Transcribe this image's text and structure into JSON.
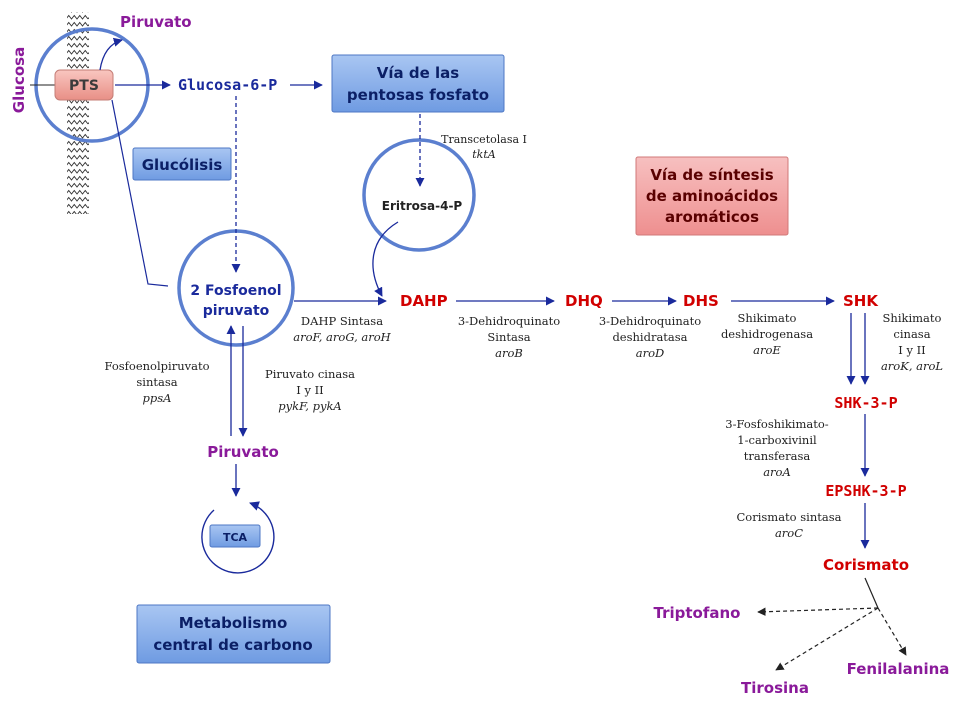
{
  "colors": {
    "circle": "#5b7fcf",
    "box_fill": "#7ba6e6",
    "box_text": "#0b1f66",
    "red_box_fill": "#f29a9a",
    "red_box_text": "#5a0000",
    "red": "#d10000",
    "purple": "#8a1a9a",
    "dark_blue": "#1a2a9c"
  },
  "membrane": {
    "glucose_label": "Glucosa",
    "pts_label": "PTS",
    "pyruvate_top": "Piruvato"
  },
  "boxes": {
    "pentose": [
      "Vía de las",
      "pentosas fosfato"
    ],
    "glycolysis": "Glucólisis",
    "aromatic": [
      "Vía de síntesis",
      "de aminoácidos",
      "aromáticos"
    ],
    "tca": "TCA",
    "central": [
      "Metabolismo",
      "central de carbono"
    ]
  },
  "metabolites": {
    "g6p": "Glucosa-6-P",
    "e4p": "Eritrosa-4-P",
    "pep": [
      "2 Fosfoenol",
      "piruvato"
    ],
    "pyruvate": "Piruvato",
    "dahp": "DAHP",
    "dhq": "DHQ",
    "dhs": "DHS",
    "shk": "SHK",
    "shk3p": "SHK-3-P",
    "epshk3p": "EPSHK-3-P",
    "chorismate": "Corismato",
    "trp": "Triptofano",
    "tyr": "Tirosina",
    "phe": "Fenilalanina"
  },
  "enzymes": {
    "tkt": [
      "Transcetolasa I",
      "tktA"
    ],
    "dahp_synthase": [
      "DAHP Sintasa",
      "aroF, aroG, aroH"
    ],
    "pps": [
      "Fosfoenolpiruvato",
      "sintasa",
      "ppsA"
    ],
    "pyk": [
      "Piruvato cinasa",
      "I y II",
      "pykF, pykA"
    ],
    "aroB": [
      "3-Dehidroquinato",
      "Sintasa",
      "aroB"
    ],
    "aroD": [
      "3-Dehidroquinato",
      "deshidratasa",
      "aroD"
    ],
    "aroE": [
      "Shikimato",
      "deshidrogenasa",
      "aroE"
    ],
    "aroKL": [
      "Shikimato",
      "cinasa",
      "I y II",
      "aroK, aroL"
    ],
    "aroA": [
      "3-Fosfoshikimato-",
      "1-carboxivinil",
      "transferasa",
      "aroA"
    ],
    "aroC": [
      "Corismato sintasa",
      "aroC"
    ]
  }
}
